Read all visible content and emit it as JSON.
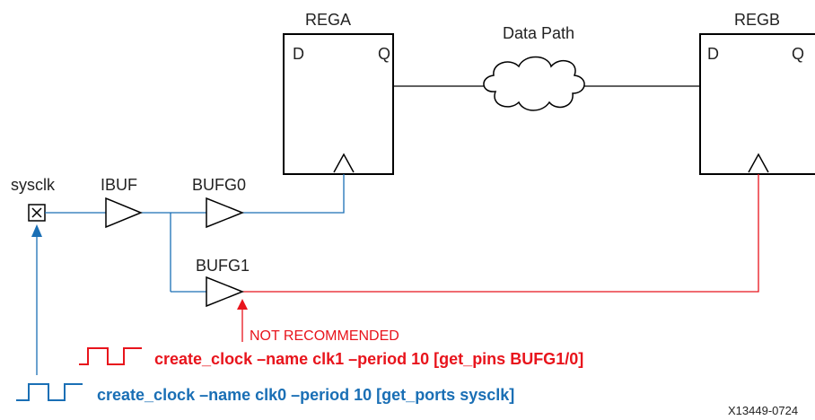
{
  "registers": {
    "rega": {
      "name": "REGA",
      "d": "D",
      "q": "Q"
    },
    "regb": {
      "name": "REGB",
      "d": "D",
      "q": "Q"
    }
  },
  "data_path_label": "Data Path",
  "port_label": "sysclk",
  "buffers": {
    "ibuf": "IBUF",
    "bufg0": "BUFG0",
    "bufg1": "BUFG1"
  },
  "warning_label": "NOT RECOMMENDED",
  "commands": {
    "clk1": "create_clock –name clk1 –period 10 [get_pins BUFG1/0]",
    "clk0": "create_clock –name clk0 –period 10 [get_ports sysclk]"
  },
  "figure_id": "X13449-0724",
  "colors": {
    "blue": "#1a6fb5",
    "red": "#e8141c",
    "black": "#000000"
  }
}
